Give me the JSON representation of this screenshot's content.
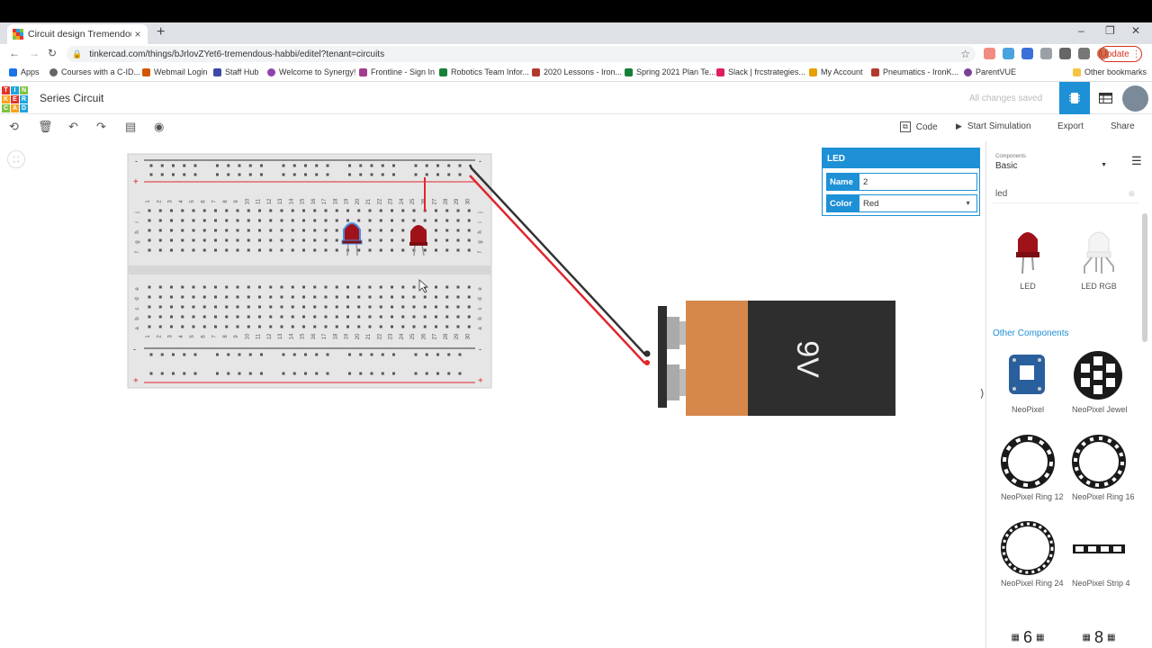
{
  "browser": {
    "tab_title": "Circuit design Tremendous Habbi",
    "tab_close": "×",
    "new_tab": "+",
    "url": "tinkercad.com/things/bJrlovZYet6-tremendous-habbi/editel?tenant=circuits",
    "update_label": "Update",
    "bookmarks": [
      "Apps",
      "Courses with a C-ID...",
      "Webmail Login",
      "Staff Hub",
      "Welcome to Synergy!",
      "Frontline - Sign In",
      "Robotics Team Infor...",
      "2020 Lessons - Iron...",
      "Spring 2021 Plan Te...",
      "Slack | frcstrategies...",
      "My Account",
      "Pneumatics - IronK...",
      "ParentVUE"
    ],
    "other_bookmarks": "Other bookmarks"
  },
  "app": {
    "logo_letters": [
      "T",
      "I",
      "N",
      "K",
      "E",
      "R",
      "C",
      "A",
      "D"
    ],
    "design_title": "Series Circuit",
    "save_status": "All changes saved"
  },
  "toolbar": {
    "code_label": "Code",
    "start_sim_label": "Start Simulation",
    "export_label": "Export",
    "share_label": "Share"
  },
  "inspector": {
    "title": "LED",
    "name_label": "Name",
    "name_value": "2",
    "color_label": "Color",
    "color_value": "Red"
  },
  "components_panel": {
    "select_small": "Components",
    "select_value": "Basic",
    "search_value": "led",
    "items": [
      {
        "label": "LED"
      },
      {
        "label": "LED RGB"
      }
    ],
    "other_header": "Other Components",
    "other_items": [
      {
        "label": "NeoPixel"
      },
      {
        "label": "NeoPixel Jewel"
      },
      {
        "label": "NeoPixel Ring 12"
      },
      {
        "label": "NeoPixel Ring 16"
      },
      {
        "label": "NeoPixel Ring 24"
      },
      {
        "label": "NeoPixel Strip 4"
      }
    ],
    "bottom_digits": [
      "6",
      "8"
    ]
  },
  "breadboard": {
    "col_numbers": [
      "1",
      "2",
      "3",
      "4",
      "5",
      "6",
      "7",
      "8",
      "9",
      "10",
      "11",
      "12",
      "13",
      "14",
      "15",
      "16",
      "17",
      "18",
      "19",
      "20",
      "21",
      "22",
      "23",
      "24",
      "25",
      "26",
      "27",
      "28",
      "29",
      "30"
    ],
    "rows_top": [
      "j",
      "i",
      "h",
      "g",
      "f"
    ],
    "rows_bottom": [
      "e",
      "d",
      "c",
      "b",
      "a"
    ],
    "rail_minus": "-",
    "rail_plus": "+"
  },
  "battery": {
    "label": "9V"
  },
  "colors": {
    "accent": "#1e90d6",
    "wire_red": "#e0262d",
    "wire_black": "#333333",
    "led_red": "#a0121a",
    "battery_orange": "#d6884b",
    "battery_body": "#2e2e2e"
  }
}
